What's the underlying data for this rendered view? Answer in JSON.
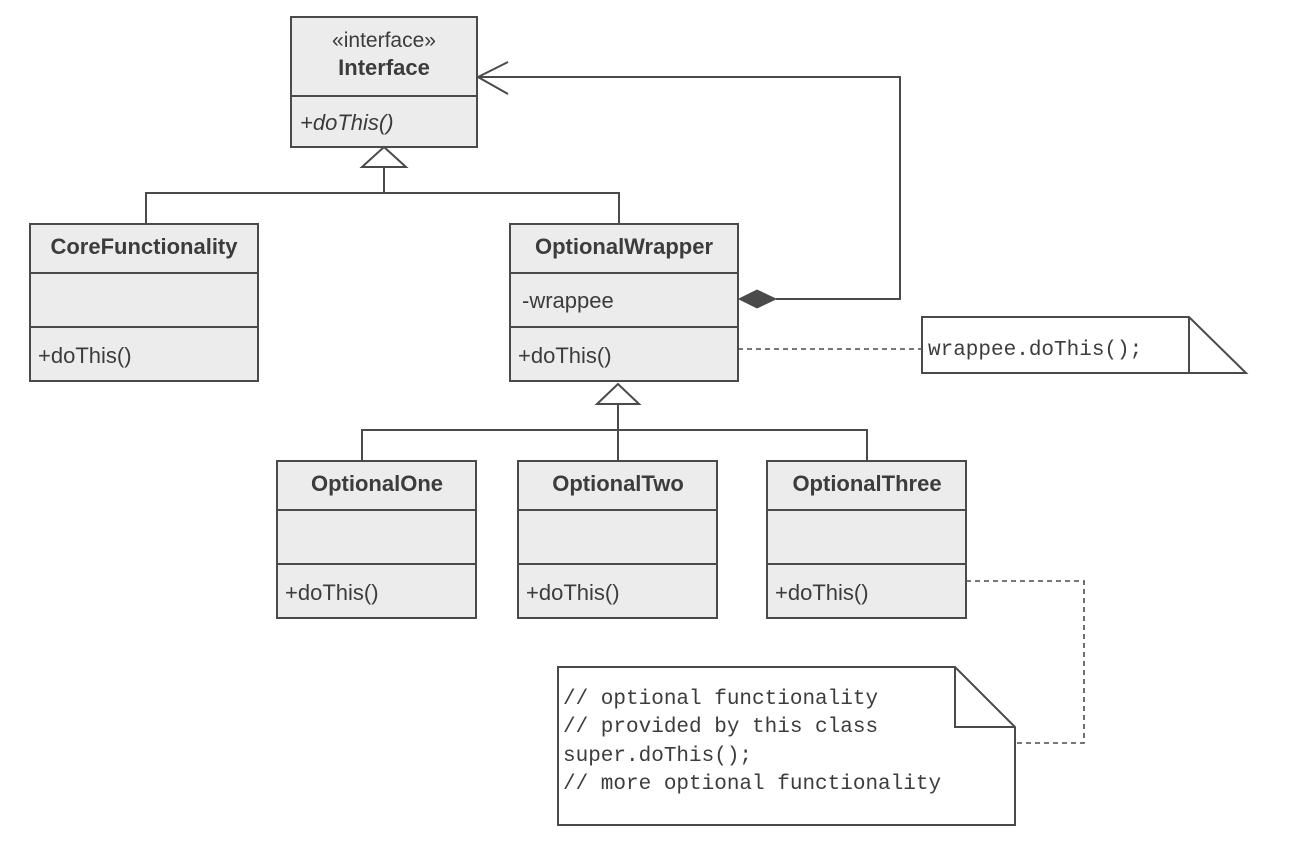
{
  "interface_class": {
    "stereotype": "«interface»",
    "name": "Interface",
    "operation": "+doThis()"
  },
  "core_functionality": {
    "name": "CoreFunctionality",
    "attribute": "",
    "operation": "+doThis()"
  },
  "optional_wrapper": {
    "name": "OptionalWrapper",
    "attribute": "-wrappee",
    "operation": "+doThis()"
  },
  "optional_one": {
    "name": "OptionalOne",
    "attribute": "",
    "operation": "+doThis()"
  },
  "optional_two": {
    "name": "OptionalTwo",
    "attribute": "",
    "operation": "+doThis()"
  },
  "optional_three": {
    "name": "OptionalThree",
    "attribute": "",
    "operation": "+doThis()"
  },
  "wrapper_note": {
    "text": "wrappee.doThis();"
  },
  "optional_note": {
    "lines": [
      "// optional functionality",
      "// provided by this class",
      "super.doThis();",
      "// more optional functionality"
    ]
  }
}
